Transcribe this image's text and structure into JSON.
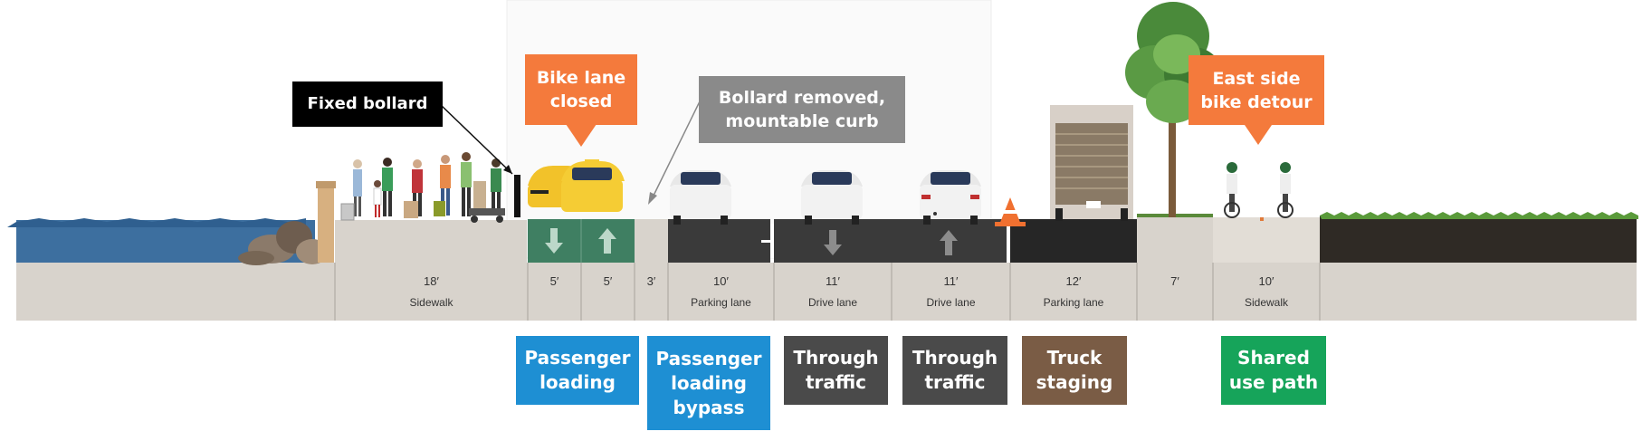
{
  "colors": {
    "water": "#3d6f9f",
    "ground": "#d8d3cc",
    "bike_lane": "#3f7f62",
    "road": "#3a3a3a",
    "dark_road": "#262626",
    "grass": "#2f2a25",
    "callout_orange": "#f47a3c",
    "callout_black": "#000000",
    "callout_gray": "#8a8a8a",
    "legend_blue": "#1e8fd3",
    "legend_dark": "#4a4a4a",
    "legend_brown": "#7a5c45",
    "legend_green": "#16a45a"
  },
  "segments": [
    {
      "width": "18′",
      "name": "Sidewalk"
    },
    {
      "width": "5′",
      "name": ""
    },
    {
      "width": "5′",
      "name": ""
    },
    {
      "width": "3′",
      "name": ""
    },
    {
      "width": "10′",
      "name": "Parking lane"
    },
    {
      "width": "11′",
      "name": "Drive lane"
    },
    {
      "width": "11′",
      "name": "Drive lane"
    },
    {
      "width": "12′",
      "name": "Parking lane"
    },
    {
      "width": "7′",
      "name": ""
    },
    {
      "width": "10′",
      "name": "Sidewalk"
    }
  ],
  "callouts": {
    "fixed_bollard": "Fixed bollard",
    "bike_lane_closed": [
      "Bike lane",
      "closed"
    ],
    "bollard_removed": [
      "Bollard removed,",
      "mountable curb"
    ],
    "east_side_detour": [
      "East side",
      "bike detour"
    ]
  },
  "legend": [
    {
      "lines": [
        "Passenger",
        "loading"
      ]
    },
    {
      "lines": [
        "Passenger",
        "loading",
        "bypass"
      ]
    },
    {
      "lines": [
        "Through",
        "traffic"
      ]
    },
    {
      "lines": [
        "Through",
        "traffic"
      ]
    },
    {
      "lines": [
        "Truck",
        "staging"
      ]
    },
    {
      "lines": [
        "Shared",
        "use path"
      ]
    }
  ]
}
